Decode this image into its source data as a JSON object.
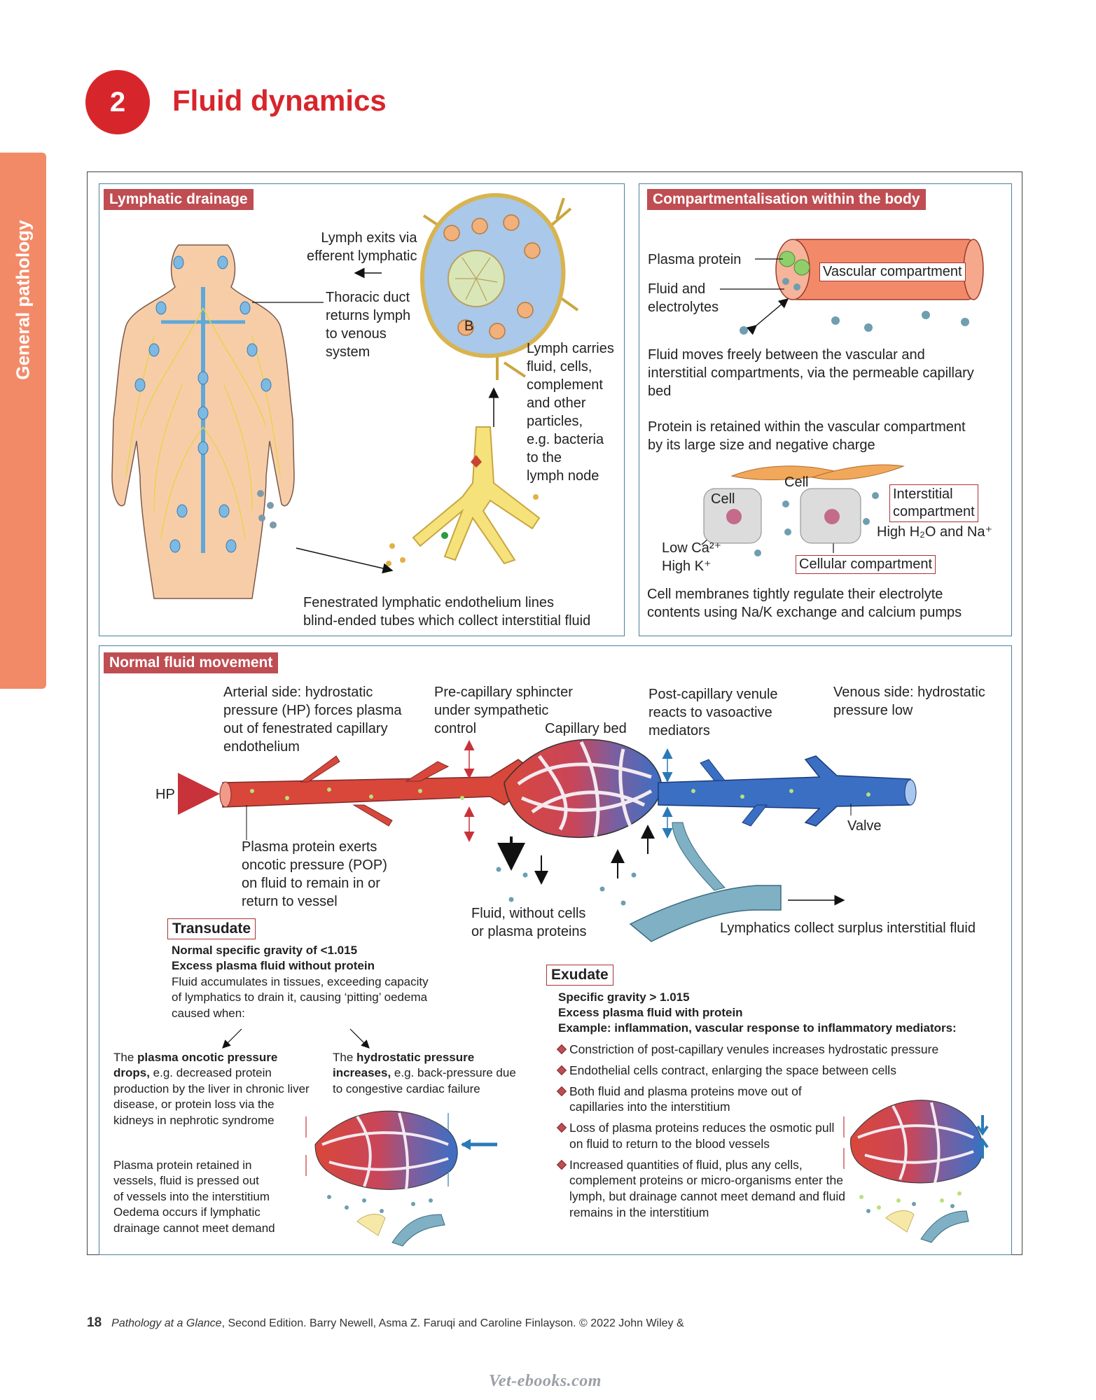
{
  "header": {
    "chapter_number": "2",
    "chapter_title": "Fluid dynamics",
    "side_tab": "General pathology"
  },
  "lymphatic": {
    "heading": "Lymphatic drainage",
    "lymph_exits": [
      "Lymph exits via",
      "efferent lymphatic"
    ],
    "thoracic_duct": [
      "Thoracic duct",
      "returns lymph",
      "to venous",
      "system"
    ],
    "node_label": "B",
    "lymph_carries": [
      "Lymph carries",
      "fluid, cells,",
      "complement",
      "and other",
      "particles,",
      "e.g. bacteria",
      "to the",
      "lymph node"
    ],
    "fenestrated": [
      "Fenestrated lymphatic endothelium lines",
      "blind-ended tubes which collect interstitial fluid"
    ]
  },
  "compartments": {
    "heading": "Compartmentalisation within the body",
    "plasma_protein": "Plasma protein",
    "fluid_electrolytes": [
      "Fluid and",
      "electrolytes"
    ],
    "vascular_compartment": "Vascular compartment",
    "fluid_moves": [
      "Fluid moves freely between the vascular and",
      "interstitial compartments, via the permeable capillary",
      "bed"
    ],
    "protein_retained": [
      "Protein is retained within the vascular compartment",
      "by its large size and negative charge"
    ],
    "cell_top": "Cell",
    "cell_left": "Cell",
    "interstitial_compartment": [
      "Interstitial",
      "compartment"
    ],
    "high_h2o": "High H₂O and Na⁺",
    "low_ca": "Low Ca²⁺",
    "high_k": "High K⁺",
    "cellular_compartment": "Cellular compartment",
    "cell_membranes": [
      "Cell membranes tightly regulate their electrolyte",
      "contents using Na/K exchange and calcium pumps"
    ]
  },
  "movement": {
    "heading": "Normal fluid movement",
    "arterial_side": [
      "Arterial side: hydrostatic",
      "pressure (HP) forces plasma",
      "out of fenestrated capillary",
      "endothelium"
    ],
    "precapillary": [
      "Pre-capillary sphincter",
      "under sympathetic",
      "control"
    ],
    "capillary_bed": "Capillary bed",
    "postcapillary": [
      "Post-capillary venule",
      "reacts to vasoactive",
      "mediators"
    ],
    "venous_side": [
      "Venous side: hydrostatic",
      "pressure low"
    ],
    "hp": "HP",
    "valve": "Valve",
    "plasma_protein_exerts": [
      "Plasma protein exerts",
      "oncotic pressure (POP)",
      "on fluid to remain in or",
      "return to vessel"
    ],
    "fluid_without_cells": [
      "Fluid, without cells",
      "or plasma proteins"
    ],
    "lymphatics_collect": "Lymphatics collect surplus interstitial fluid",
    "transudate": {
      "label": "Transudate",
      "line1": "Normal specific gravity of <1.015",
      "line2": "Excess plasma fluid without protein",
      "body": [
        "Fluid accumulates in tissues, exceeding capacity",
        "of lymphatics to drain it, causing ‘pitting’ oedema",
        "caused when:"
      ],
      "oncotic_pre": "The ",
      "oncotic_bold": "plasma oncotic pressure drops,",
      "oncotic_rest": " e.g. decreased protein production by the liver in chronic liver disease, or protein loss via the kidneys in nephrotic syndrome",
      "retained": [
        "Plasma protein retained in",
        "vessels, fluid is pressed out",
        "of vessels into the interstitium",
        "Oedema occurs if lymphatic",
        "drainage cannot meet demand"
      ],
      "hydro_pre": "The ",
      "hydro_bold": "hydrostatic pressure increases,",
      "hydro_rest": " e.g. back-pressure due to congestive cardiac failure"
    },
    "exudate": {
      "label": "Exudate",
      "line1": "Specific gravity > 1.015",
      "line2": "Excess plasma fluid with protein",
      "line3": "Example: inflammation, vascular response to inflammatory mediators:",
      "bullets": [
        "Constriction of post-capillary venules increases hydrostatic pressure",
        "Endothelial cells contract, enlarging the space between cells",
        "Both fluid and plasma proteins move out of capillaries into the interstitium",
        "Loss of plasma proteins reduces the osmotic pull on fluid to return to the blood vessels",
        "Increased quantities of fluid, plus any cells, complement proteins or micro-organisms enter the lymph, but drainage cannot meet demand and fluid remains in the interstitium"
      ]
    }
  },
  "footer": {
    "page_number": "18",
    "book_title": "Pathology at a Glance",
    "citation": ", Second Edition. Barry Newell, Asma Z. Faruqi and Caroline Finlayson. © 2022 John Wiley &"
  },
  "watermark": "Vet-ebooks.com",
  "colors": {
    "chapter_red": "#d7262b",
    "heading_bg": "#bf4d52",
    "side_tab": "#f28a68",
    "panel_border": "#4a7fa0",
    "artery_red": "#d9473a",
    "vein_blue": "#3a6fc4",
    "lymph_teal": "#6fa0b8"
  }
}
